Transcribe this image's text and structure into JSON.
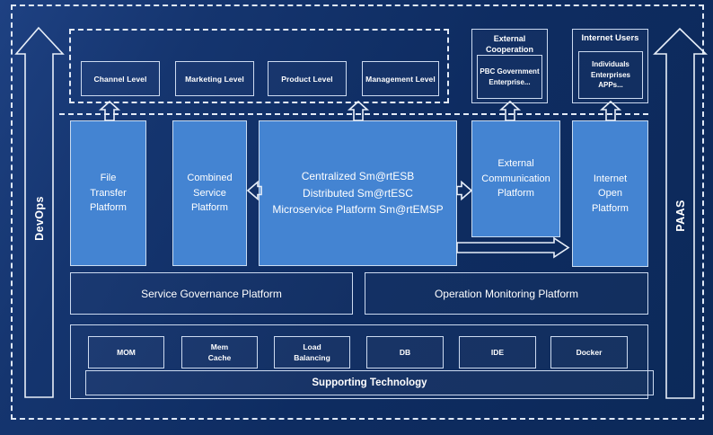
{
  "colors": {
    "background": "#0e2c61",
    "panel_blue": "#4484d2",
    "border_light": "#ccdaf0",
    "text": "#ffffff"
  },
  "rails": {
    "left_label": "DevOps",
    "right_label": "PAAS"
  },
  "levels": {
    "items": [
      "Channel Level",
      "Marketing Level",
      "Product Level",
      "Management Level"
    ]
  },
  "external_cooperation": {
    "title": "External\nCooperation",
    "body": "PBC Government\nEnterprise..."
  },
  "internet_users": {
    "title": "Internet Users",
    "body": "Individuals\nEnterprises\nAPPs..."
  },
  "platforms": {
    "file_transfer": "File\nTransfer\nPlatform",
    "combined_service": "Combined\nService\nPlatform",
    "central": "Centralized Sm@rtESB\nDistributed Sm@rtESC\nMicroservice Platform Sm@rtEMSP",
    "external_communication": "External\nCommunication\nPlatform",
    "internet_open": "Internet\nOpen\nPlatform"
  },
  "governance": {
    "service": "Service Governance Platform",
    "operation": "Operation Monitoring Platform"
  },
  "supporting": {
    "technologies": [
      "MOM",
      "Mem\nCache",
      "Load\nBalancing",
      "DB",
      "IDE",
      "Docker"
    ],
    "bar_label": "Supporting Technology"
  }
}
